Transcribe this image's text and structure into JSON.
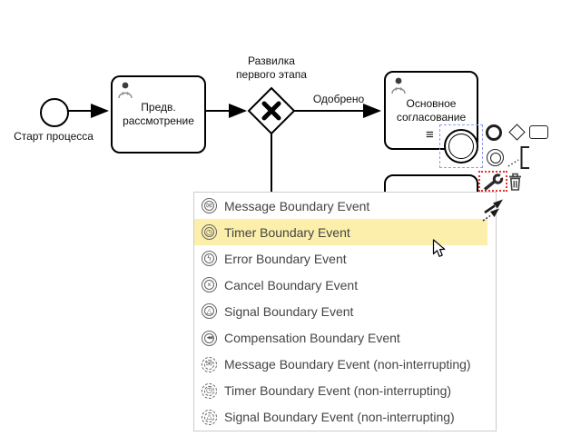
{
  "colors": {
    "highlight_yellow": "#fbefab",
    "selection_blue": "#8f9cf2",
    "alert_red": "#e53030",
    "stroke_black": "#000000",
    "menu_text": "#444444"
  },
  "diagram": {
    "start_event_label": "Старт процесса",
    "task_preliminary": {
      "line1": "Предв.",
      "line2": "рассмотрение"
    },
    "gateway_label": {
      "line1": "Развилка",
      "line2": "первого этапа"
    },
    "flow_label": "Одобрено",
    "task_main": {
      "line1": "Основное",
      "line2": "согласование"
    },
    "task_main_marker": "≡"
  },
  "menu": {
    "items": [
      {
        "label": "Message Boundary Event",
        "glyph": "✉",
        "highlighted": false,
        "dashed": false
      },
      {
        "label": "Timer Boundary Event",
        "glyph": "◷",
        "highlighted": true,
        "dashed": false
      },
      {
        "label": "Error Boundary Event",
        "glyph": "ϟ",
        "highlighted": false,
        "dashed": false
      },
      {
        "label": "Cancel Boundary Event",
        "glyph": "×",
        "highlighted": false,
        "dashed": false
      },
      {
        "label": "Signal Boundary Event",
        "glyph": "△",
        "highlighted": false,
        "dashed": false
      },
      {
        "label": "Compensation Boundary Event",
        "glyph": "◀◀",
        "highlighted": false,
        "dashed": false
      },
      {
        "label": "Message Boundary Event (non-interrupting)",
        "glyph": "✉",
        "highlighted": false,
        "dashed": true
      },
      {
        "label": "Timer Boundary Event (non-interrupting)",
        "glyph": "◷",
        "highlighted": false,
        "dashed": true
      },
      {
        "label": "Signal Boundary Event (non-interrupting)",
        "glyph": "△",
        "highlighted": false,
        "dashed": true
      }
    ]
  }
}
